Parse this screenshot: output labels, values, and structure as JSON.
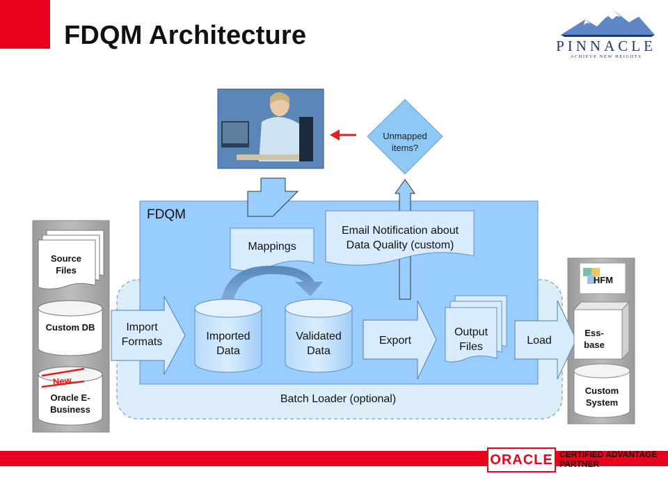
{
  "header": {
    "title": "FDQM Architecture",
    "logo_name": "PINNACLE",
    "logo_tagline": "ACHIEVE NEW HEIGHTS"
  },
  "diagram": {
    "fdqm_label": "FDQM",
    "batch_loader_label": "Batch Loader (optional)",
    "unmapped_label": "Unmapped items?",
    "mappings_label": "Mappings",
    "email_label": "Email Notification about Data Quality (custom)",
    "import_formats_label": "Import Formats",
    "imported_data_label": "Imported Data",
    "validated_data_label": "Validated Data",
    "export_label": "Export",
    "output_files_label": "Output Files",
    "load_label": "Load",
    "sources": {
      "source_files": "Source Files",
      "custom_db": "Custom DB",
      "new_badge": "New",
      "oracle_ebs": "Oracle E-Business"
    },
    "targets": {
      "hfm": "HFM",
      "essbase": "Ess-base",
      "custom_system": "Custom System"
    }
  },
  "footer": {
    "oracle_logo": "ORACLE",
    "certified": "CERTIFIED ADVANTAGE",
    "partner": "PARTNER"
  },
  "colors": {
    "brand_red": "#e8001c",
    "fdqm_blue": "#99ccff",
    "batch_fill": "#dcedfa",
    "diamond_blue": "#8ec8f5",
    "panel_gray": "#a6a6a6",
    "logo_navy": "#1a3a6e"
  }
}
